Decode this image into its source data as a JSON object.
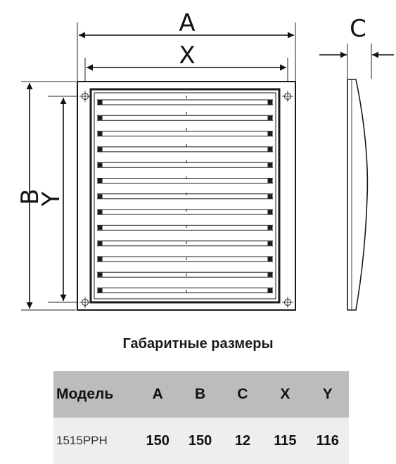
{
  "drawing": {
    "dimension_labels": {
      "a": "A",
      "x": "X",
      "b": "B",
      "y": "Y",
      "c": "C"
    }
  },
  "caption": "Габаритные размеры",
  "table": {
    "headers": [
      "Модель",
      "A",
      "B",
      "C",
      "X",
      "Y"
    ],
    "rows": [
      [
        "1515PPH",
        "150",
        "150",
        "12",
        "115",
        "116"
      ]
    ]
  },
  "colors": {
    "header_bg": "#bcbcbc",
    "row_bg": "#eeeeee",
    "line": "#1a1a1a"
  }
}
